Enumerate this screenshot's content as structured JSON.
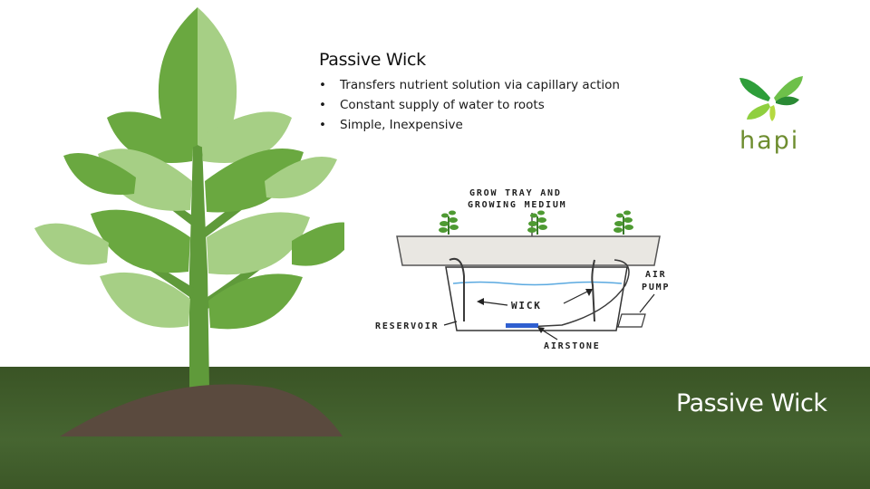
{
  "slide": {
    "title": "Passive Wick",
    "bullets": [
      "Transfers nutrient solution via capillary action",
      "Constant supply of water to roots",
      "Simple, Inexpensive"
    ],
    "bullet_glyph": "•",
    "footer_title": "Passive Wick"
  },
  "logo": {
    "text": "hapi",
    "icon": "leaf-cross-logo-icon",
    "color": "#6e8d2f"
  },
  "diagram": {
    "labels": {
      "grow_tray_line1": "GROW TRAY AND",
      "grow_tray_line2": "GROWING MEDIUM",
      "air_pump_line1": "AIR",
      "air_pump_line2": "PUMP",
      "wick": "WICK",
      "reservoir": "RESERVOIR",
      "airstone": "AIRSTONE"
    }
  },
  "colors": {
    "ground": "#3f5b29",
    "leaf_dark": "#6aa840",
    "leaf_light": "#a6cf85",
    "stem": "#5f9a3a",
    "soil": "#5a4a3e",
    "water_line": "#5aa9e0",
    "airstone": "#2f5fd0",
    "text": "#111111"
  }
}
